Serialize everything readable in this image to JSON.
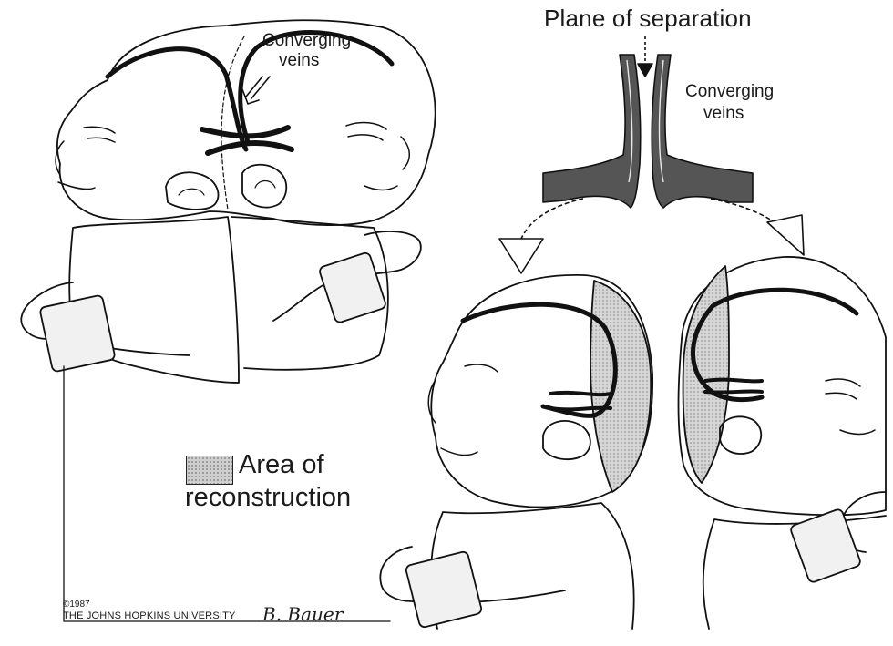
{
  "labels": {
    "plane_of_separation": "Plane of separation",
    "converging_veins_line1": "Converging",
    "converging_veins_line2": "veins",
    "converging_veins_right_line1": "Converging",
    "converging_veins_right_line2": "veins",
    "legend_line1": "Area of",
    "legend_line2": "reconstruction",
    "copyright_year": "©1987",
    "copyright_owner": "THE JOHNS HOPKINS UNIVERSITY",
    "signature": "B. Bauer"
  },
  "colors": {
    "ink": "#111111",
    "reconstruction_fill": "#cfcfcf",
    "vein_fill": "#555555"
  }
}
